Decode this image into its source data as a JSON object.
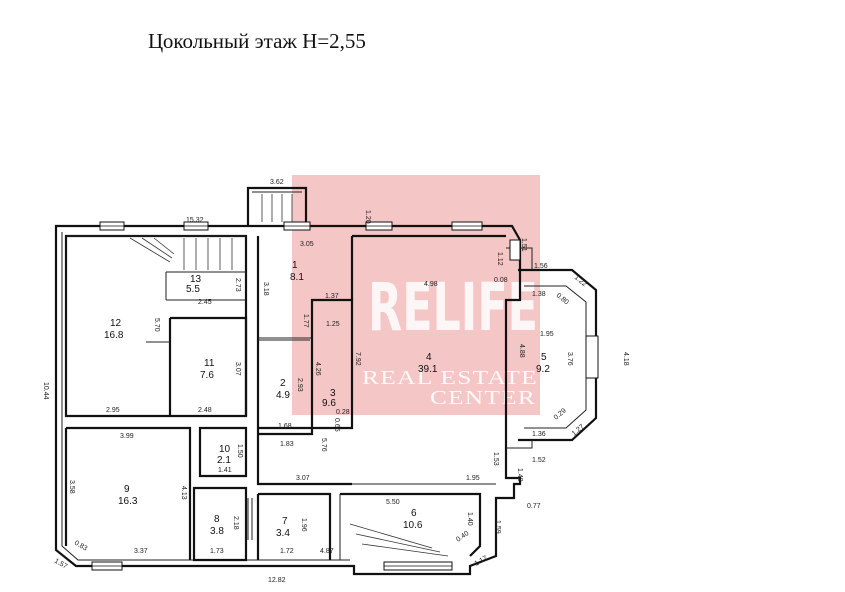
{
  "title": "Цокольный этаж Н=2,55",
  "watermark": {
    "brand": "RELIFE",
    "line1": "REAL ESTATE",
    "line2": "CENTER",
    "color": "#e35d5d"
  },
  "rooms": [
    {
      "num": "1",
      "area": "8.1"
    },
    {
      "num": "2",
      "area": "4.9"
    },
    {
      "num": "3",
      "area": "9.6"
    },
    {
      "num": "4",
      "area": "39.1"
    },
    {
      "num": "5",
      "area": "9.2"
    },
    {
      "num": "6",
      "area": "10.6"
    },
    {
      "num": "7",
      "area": "3.4"
    },
    {
      "num": "8",
      "area": "3.8"
    },
    {
      "num": "9",
      "area": "16.3"
    },
    {
      "num": "10",
      "area": "2.1"
    },
    {
      "num": "11",
      "area": "7.6"
    },
    {
      "num": "12",
      "area": "16.8"
    },
    {
      "num": "13",
      "area": "5.5"
    }
  ],
  "dimensions": [
    "3.62",
    "1.20",
    "15.32",
    "3.05",
    "1.51",
    "1.12",
    "1.56",
    "1.22",
    "0.08",
    "4.98",
    "1.38",
    "0.80",
    "1.37",
    "1.25",
    "2.45",
    "2.73",
    "3.18",
    "1.77",
    "5.70",
    "1.95",
    "4.88",
    "3.76",
    "4.18",
    "4.26",
    "7.92",
    "2.93",
    "3.07",
    "10.44",
    "2.95",
    "2.48",
    "0.28",
    "0.65",
    "1.68",
    "1.36",
    "0.29",
    "1.27",
    "3.99",
    "1.83",
    "5.76",
    "1.50",
    "1.41",
    "1.53",
    "1.52",
    "3.58",
    "4.13",
    "3.07",
    "1.95",
    "1.48",
    "0.77",
    "5.50",
    "2.18",
    "1.96",
    "1.40",
    "1.59",
    "0.83",
    "3.37",
    "1.73",
    "1.72",
    "4.87",
    "0.40",
    "1.57",
    "1.17",
    "12.82"
  ]
}
